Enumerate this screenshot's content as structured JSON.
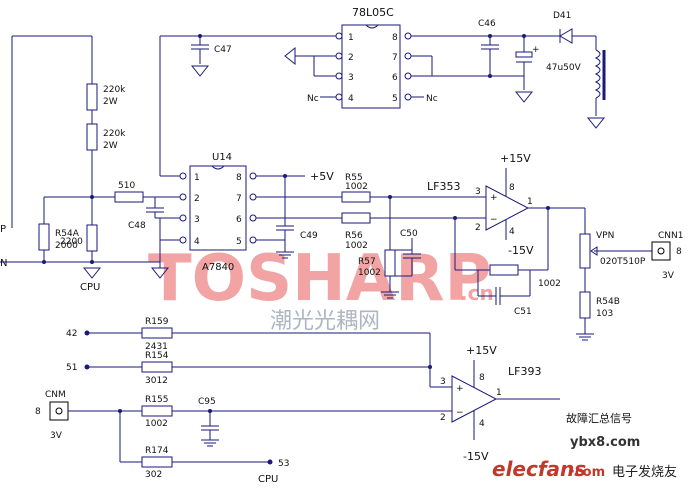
{
  "components": {
    "u_78l05": "78L05C",
    "c46": "C46",
    "d41": "D41",
    "cap_47u": "47u50V",
    "c47": "C47",
    "r_220k_a": "220k",
    "r_220k_a_w": "2W",
    "r_220k_b": "220k",
    "r_220k_b_w": "2W",
    "r54a": "R54A",
    "r54a_val": "2000",
    "r_2200": "2200",
    "r_510": "510",
    "c48": "C48",
    "u14": "U14",
    "a7840": "A7840",
    "plus5v": "+5V",
    "r55": "R55",
    "r55_val": "1002",
    "r56": "R56",
    "r56_val": "1002",
    "c49": "C49",
    "c50": "C50",
    "r57": "R57",
    "r57_val": "1002",
    "lf353": "LF353",
    "plus15v_a": "+15V",
    "minus15v_a": "-15V",
    "r_1002_fb": "1002",
    "c51": "C51",
    "vpn": "VPN",
    "vpn_part": "020T510P",
    "cnn1": "CNN1",
    "cnn1_pin": "8",
    "cnn1_v": "3V",
    "r54b": "R54B",
    "r54b_val": "103",
    "cpu_top": "CPU",
    "pin42": "42",
    "r159": "R159",
    "r159_val": "2431",
    "pin51": "51",
    "r154": "R154",
    "r154_val": "3012",
    "plus15v_b": "+15V",
    "lf393": "LF393",
    "cnm": "CNM",
    "cnm_pin": "8",
    "cnm_v": "3V",
    "r155": "R155",
    "r155_val": "1002",
    "c95": "C95",
    "r174": "R174",
    "r174_val": "302",
    "pin53": "53",
    "cpu_bottom": "CPU",
    "fault_signal": "故障汇总信号",
    "minus15v_b": "-15V",
    "nc_left": "Nc",
    "nc_right": "Nc",
    "left_p": "P",
    "left_n": "N",
    "pin_l1": "1",
    "pin_l2": "2",
    "pin_l3": "3",
    "pin_l4": "4",
    "pin_r8": "8",
    "pin_r7": "7",
    "pin_r6": "6",
    "pin_r5": "5",
    "u14_p1": "1",
    "u14_p2": "2",
    "u14_p3": "3",
    "u14_p4": "4",
    "u14_p8": "8",
    "u14_p7": "7",
    "u14_p6": "6",
    "u14_p5": "5",
    "op_a_3": "3",
    "op_a_2": "2",
    "op_a_1": "1",
    "op_a_8": "8",
    "op_a_4": "4",
    "op_b_3": "3",
    "op_b_2": "2",
    "op_b_1": "1",
    "op_b_8": "8",
    "op_b_4": "4"
  },
  "watermark": {
    "main": "TOSHARP",
    "suffix": ".cn",
    "chinese": "潮光光耦网",
    "site": "ybx8.com",
    "brand": "elecfans",
    "brand_com": "·com",
    "brand_cn": "电子发烧友"
  }
}
